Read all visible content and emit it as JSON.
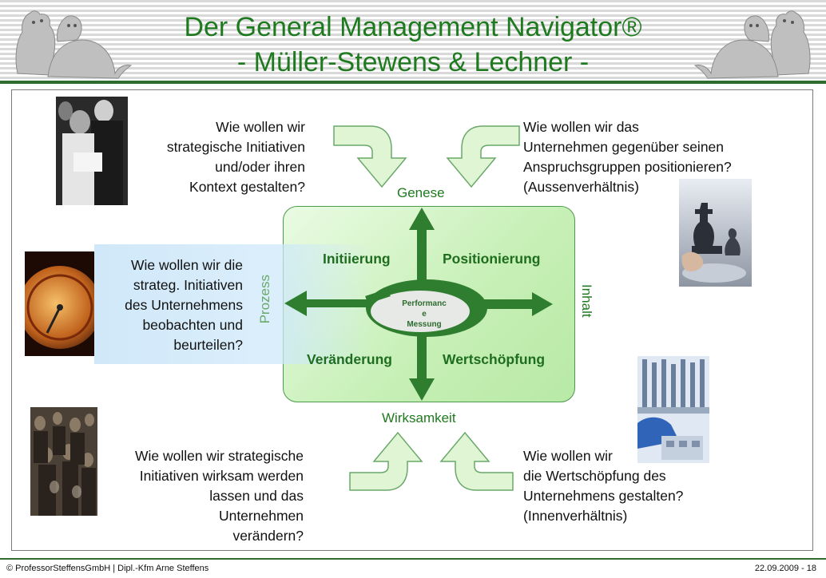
{
  "header": {
    "title_line1": "Der General Management Navigator®",
    "title_line2": "- Müller-Stewens & Lechner -"
  },
  "questions": {
    "top_left": [
      "Wie wollen wir",
      "strategische Initiativen",
      "und/oder ihren",
      "Kontext gestalten?"
    ],
    "top_right": [
      "Wie wollen wir das",
      "Unternehmen gegenüber seinen",
      "Anspruchsgruppen positionieren?",
      "(Aussenverhältnis)"
    ],
    "middle_left": [
      "Wie wollen wir die",
      "strateg. Initiativen",
      "des Unternehmens",
      "beobachten und",
      "beurteilen?"
    ],
    "bottom_left": [
      "Wie wollen wir strategische",
      "Initiativen wirksam werden",
      "lassen und das",
      "Unternehmen",
      "verändern?"
    ],
    "bottom_right": [
      "Wie wollen wir",
      "die Wertschöpfung des",
      "Unternehmens gestalten?",
      "(Innenverhältnis)"
    ]
  },
  "diagram": {
    "axis_top": "Genese",
    "axis_bottom": "Wirksamkeit",
    "axis_left": "Prozess",
    "axis_right": "Inhalt",
    "quadrant_top_left": "Initiierung",
    "quadrant_top_right": "Positionierung",
    "quadrant_bottom_left": "Veränderung",
    "quadrant_bottom_right": "Wertschöpfung",
    "center_label": [
      "Performanc",
      "e",
      "Messung"
    ]
  },
  "colors": {
    "title_green": "#1e7a1e",
    "arrow_green": "#2f7d2f",
    "box_green": "#c8f0b8",
    "highlight_blue": "#cde8fa"
  },
  "footer": {
    "left": "© ProfessorSteffensGmbH | Dipl.-Kfm Arne Steffens",
    "right": "22.09.2009 - 18"
  }
}
